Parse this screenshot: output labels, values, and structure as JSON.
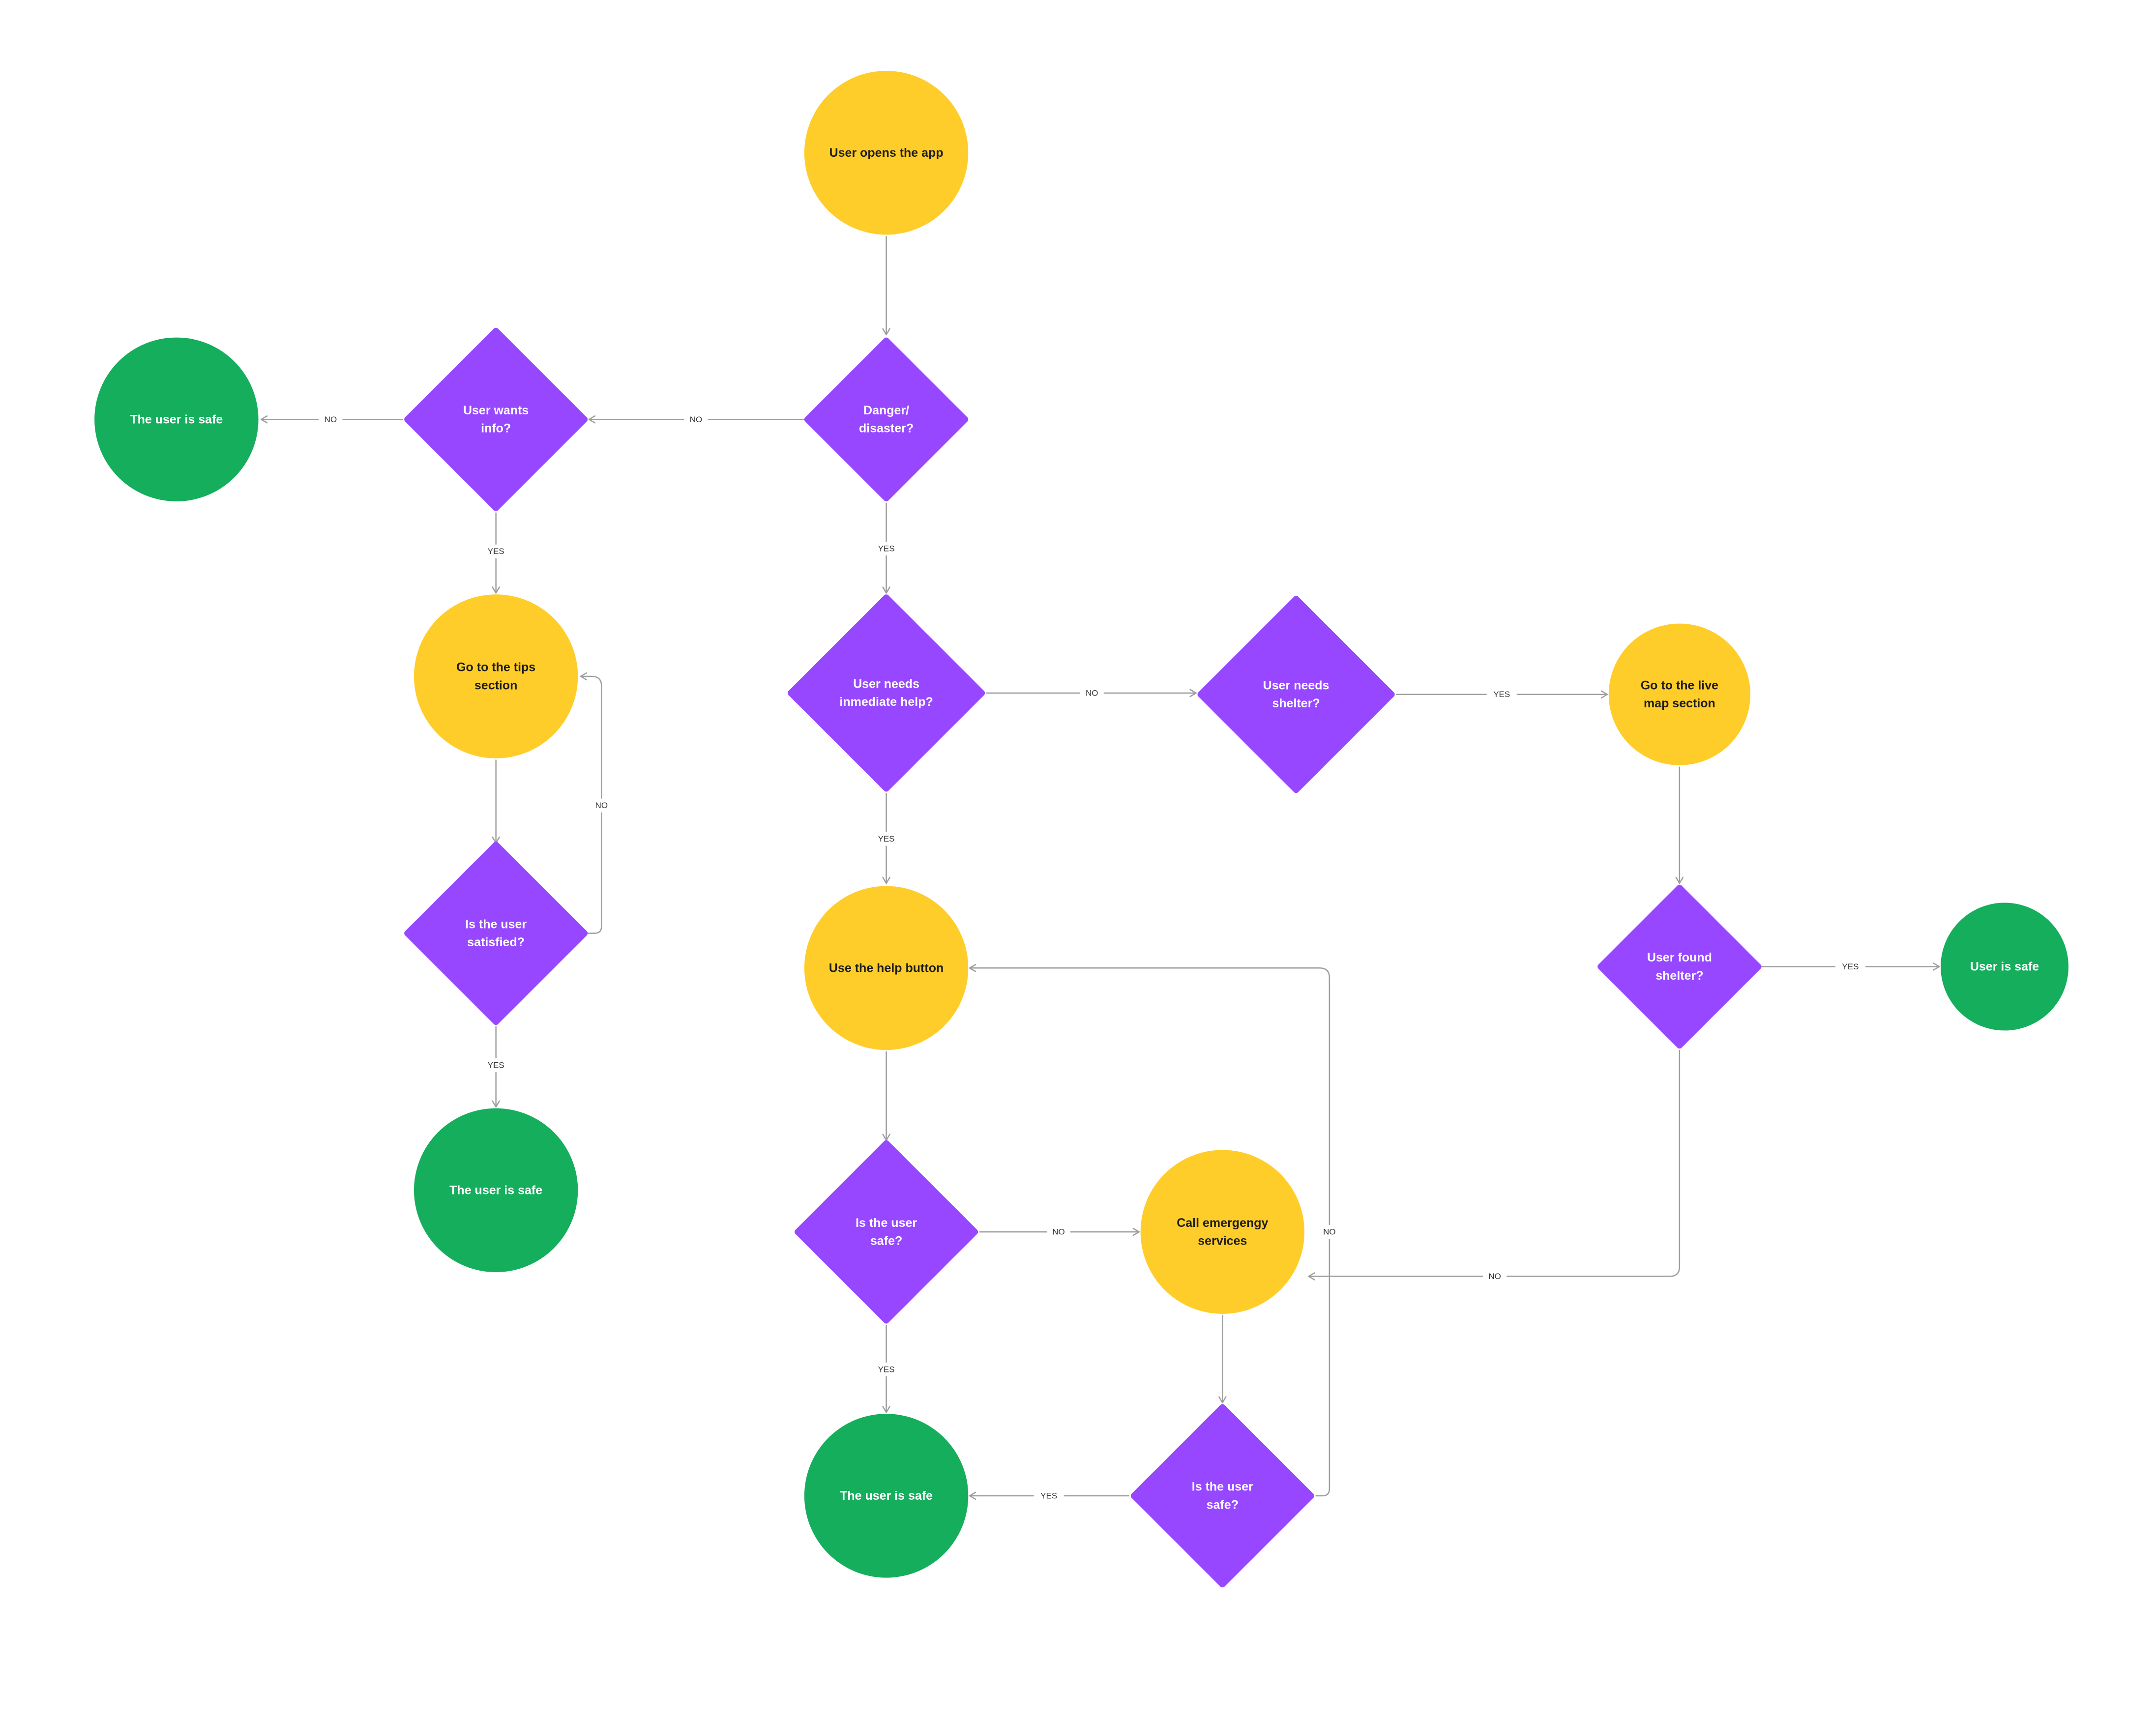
{
  "colors": {
    "start": "#FFCD29",
    "decision": "#9747FF",
    "end": "#14AE5C",
    "connector": "#9E9E9E",
    "dark_text": "#1E1E1E",
    "light_text": "#FFFFFF"
  },
  "nodes": [
    {
      "id": "open-app",
      "kind": "action",
      "lines": [
        "User opens the app"
      ]
    },
    {
      "id": "danger",
      "kind": "decision",
      "lines": [
        "Danger/",
        "disaster?"
      ]
    },
    {
      "id": "wants-info",
      "kind": "decision",
      "lines": [
        "User wants",
        "info?"
      ]
    },
    {
      "id": "safe-a",
      "kind": "end",
      "lines": [
        "The user is safe"
      ]
    },
    {
      "id": "tips",
      "kind": "action",
      "lines": [
        "Go to the tips",
        "section"
      ]
    },
    {
      "id": "satisfied",
      "kind": "decision",
      "lines": [
        "Is the user",
        "satisfied?"
      ]
    },
    {
      "id": "safe-b",
      "kind": "end",
      "lines": [
        "The user is safe"
      ]
    },
    {
      "id": "immediate",
      "kind": "decision",
      "lines": [
        "User needs",
        "inmediate help?"
      ]
    },
    {
      "id": "shelter",
      "kind": "decision",
      "lines": [
        "User needs",
        "shelter?"
      ]
    },
    {
      "id": "live-map",
      "kind": "action",
      "lines": [
        "Go to the live",
        "map  section"
      ]
    },
    {
      "id": "found",
      "kind": "decision",
      "lines": [
        "User found",
        "shelter?"
      ]
    },
    {
      "id": "safe-c",
      "kind": "end",
      "lines": [
        "User is safe"
      ]
    },
    {
      "id": "help-button",
      "kind": "action",
      "lines": [
        "Use the help button"
      ]
    },
    {
      "id": "safe-q1",
      "kind": "decision",
      "lines": [
        "Is the user",
        "safe?"
      ]
    },
    {
      "id": "emergency",
      "kind": "action",
      "lines": [
        "Call emergengy",
        "services"
      ]
    },
    {
      "id": "safe-q2",
      "kind": "decision",
      "lines": [
        "Is the user",
        "safe?"
      ]
    },
    {
      "id": "safe-d",
      "kind": "end",
      "lines": [
        "The user is safe"
      ]
    }
  ],
  "edges": [
    {
      "from": "open-app",
      "to": "danger",
      "label": ""
    },
    {
      "from": "danger",
      "to": "wants-info",
      "label": "NO"
    },
    {
      "from": "wants-info",
      "to": "safe-a",
      "label": "NO"
    },
    {
      "from": "wants-info",
      "to": "tips",
      "label": "YES"
    },
    {
      "from": "tips",
      "to": "satisfied",
      "label": ""
    },
    {
      "from": "satisfied",
      "to": "tips",
      "label": "NO"
    },
    {
      "from": "satisfied",
      "to": "safe-b",
      "label": "YES"
    },
    {
      "from": "danger",
      "to": "immediate",
      "label": "YES"
    },
    {
      "from": "immediate",
      "to": "shelter",
      "label": "NO"
    },
    {
      "from": "shelter",
      "to": "live-map",
      "label": "YES"
    },
    {
      "from": "live-map",
      "to": "found",
      "label": ""
    },
    {
      "from": "found",
      "to": "safe-c",
      "label": "YES"
    },
    {
      "from": "found",
      "to": "emergency",
      "label": "NO"
    },
    {
      "from": "immediate",
      "to": "help-button",
      "label": "YES"
    },
    {
      "from": "help-button",
      "to": "safe-q1",
      "label": ""
    },
    {
      "from": "safe-q1",
      "to": "emergency",
      "label": "NO"
    },
    {
      "from": "safe-q1",
      "to": "safe-d",
      "label": "YES"
    },
    {
      "from": "emergency",
      "to": "safe-q2",
      "label": ""
    },
    {
      "from": "safe-q2",
      "to": "safe-d",
      "label": "YES"
    },
    {
      "from": "safe-q2",
      "to": "help-button",
      "label": "NO"
    }
  ]
}
